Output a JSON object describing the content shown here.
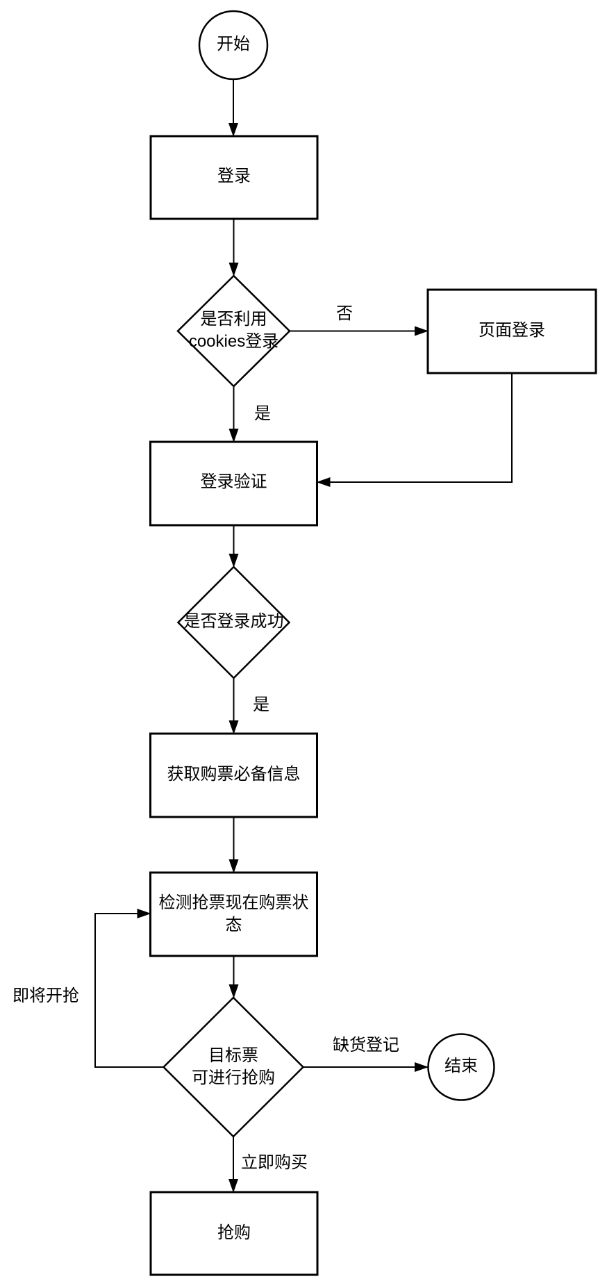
{
  "diagram": {
    "nodes": {
      "start": {
        "label": "开始"
      },
      "login": {
        "label": "登录"
      },
      "cookies_decision": {
        "line1": "是否利用",
        "line2": "cookies登录"
      },
      "page_login": {
        "label": "页面登录"
      },
      "login_verify": {
        "label": "登录验证"
      },
      "login_success_decision": {
        "label": "是否登录成功"
      },
      "get_ticket_info": {
        "label": "获取购票必备信息"
      },
      "check_status": {
        "line1": "检测抢票现在购票状",
        "line2": "态"
      },
      "target_decision": {
        "line1": "目标票",
        "line2": "可进行抢购"
      },
      "end": {
        "label": "结束"
      },
      "grab": {
        "label": "抢购"
      }
    },
    "edge_labels": {
      "no": "否",
      "yes_cookies": "是",
      "yes_login": "是",
      "out_of_stock": "缺货登记",
      "about_to_start": "即将开抢",
      "buy_now": "立即购买"
    },
    "colors": {
      "stroke": "#000000",
      "fill": "#ffffff",
      "text": "#000000"
    }
  }
}
